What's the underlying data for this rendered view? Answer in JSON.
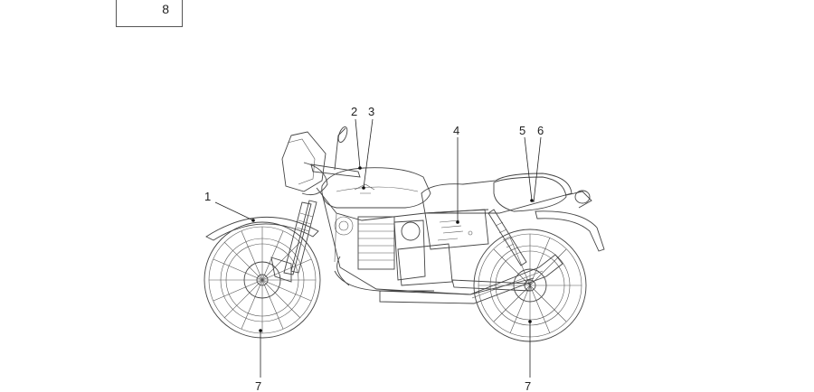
{
  "legend_box": {
    "label": "8"
  },
  "callouts": [
    {
      "id": "c1",
      "label": "1"
    },
    {
      "id": "c2",
      "label": "2"
    },
    {
      "id": "c3",
      "label": "3"
    },
    {
      "id": "c4",
      "label": "4"
    },
    {
      "id": "c5",
      "label": "5"
    },
    {
      "id": "c6",
      "label": "6"
    },
    {
      "id": "c7a",
      "label": "7"
    },
    {
      "id": "c7b",
      "label": "7"
    }
  ],
  "colors": {
    "line": "#444444",
    "text": "#222222",
    "background": "#ffffff"
  }
}
